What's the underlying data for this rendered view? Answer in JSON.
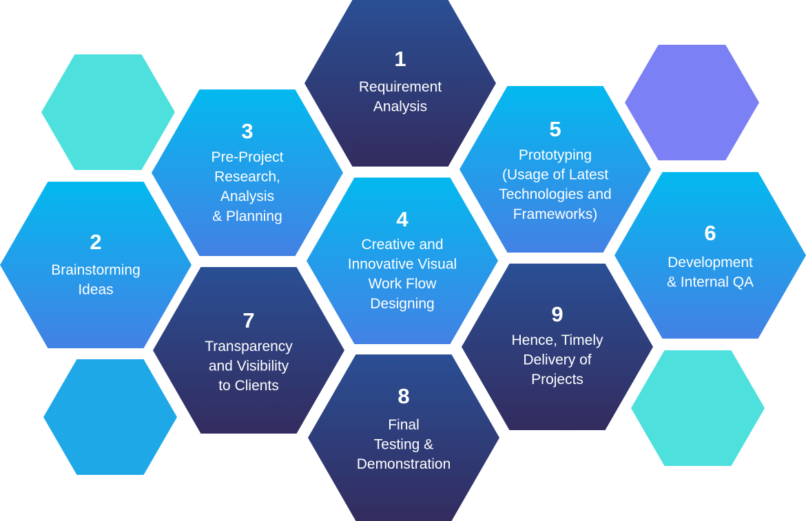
{
  "colors": {
    "blue_top": "#03b9ef",
    "blue_bottom": "#4381e4",
    "dark_top": "#2a4f94",
    "dark_bottom": "#332c5f",
    "teal": "#4de0dc",
    "purple": "#7b80f5",
    "light_blue": "#1ea8e8"
  },
  "steps": [
    {
      "number": "1",
      "lines": [
        "Requirement",
        "Analysis"
      ]
    },
    {
      "number": "2",
      "lines": [
        "Brainstorming",
        "Ideas"
      ]
    },
    {
      "number": "3",
      "lines": [
        "Pre-Project",
        "Research,",
        "Analysis",
        "& Planning"
      ]
    },
    {
      "number": "4",
      "lines": [
        "Creative and",
        "Innovative Visual",
        "Work Flow",
        "Designing"
      ]
    },
    {
      "number": "5",
      "lines": [
        "Prototyping",
        "(Usage of Latest",
        "Technologies and",
        "Frameworks)"
      ]
    },
    {
      "number": "6",
      "lines": [
        "Development",
        "& Internal QA"
      ]
    },
    {
      "number": "7",
      "lines": [
        "Transparency",
        "and Visibility",
        "to Clients"
      ]
    },
    {
      "number": "8",
      "lines": [
        "Final",
        "Testing &",
        "Demonstration"
      ]
    },
    {
      "number": "9",
      "lines": [
        "Hence, Timely",
        "Delivery of",
        "Projects"
      ]
    }
  ]
}
